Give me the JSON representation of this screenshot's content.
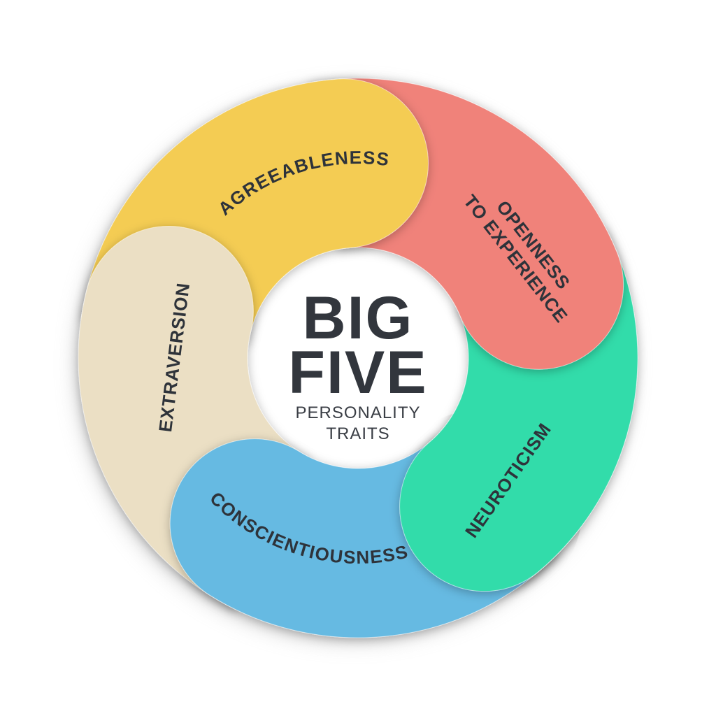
{
  "center": {
    "title_line1": "BIG",
    "title_line2": "FIVE",
    "subtitle_line1": "PERSONALITY",
    "subtitle_line2": "TRAITS",
    "title_color": "#32363D",
    "subtitle_color": "#3A3E45",
    "disc_color": "#FFFFFF"
  },
  "segments": [
    {
      "id": "agreeableness",
      "label": "AGREEABLENESS",
      "color": "#F4CC52",
      "position": "top"
    },
    {
      "id": "openness",
      "label": "OPENNESS TO EXPERIENCE",
      "label_lines": [
        "OPENNESS",
        "TO EXPERIENCE"
      ],
      "color": "#F0827A",
      "position": "upper-right"
    },
    {
      "id": "neuroticism",
      "label": "NEUROTICISM",
      "color": "#30DCAA",
      "position": "lower-right"
    },
    {
      "id": "conscientiousness",
      "label": "CONSCIENTIOUSNESS",
      "color": "#66BAE2",
      "position": "bottom"
    },
    {
      "id": "extraversion",
      "label": "EXTRAVERSION",
      "color": "#EBDFC4",
      "position": "left"
    }
  ],
  "text_color": "#2E333A",
  "background_color": "#FFFFFF"
}
